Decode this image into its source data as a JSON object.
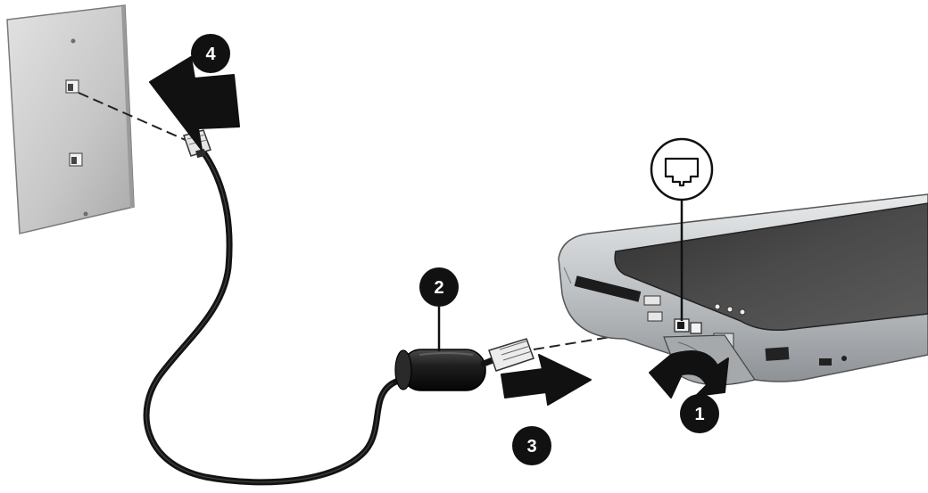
{
  "figure": {
    "callouts": [
      {
        "id": "c1",
        "number": "1"
      },
      {
        "id": "c2",
        "number": "2"
      },
      {
        "id": "c3",
        "number": "3"
      },
      {
        "id": "c4",
        "number": "4"
      }
    ],
    "icons": {
      "port_symbol": "rj11-modem-jack-icon",
      "arrows": "direction-arrow-icon"
    },
    "colors": {
      "ink": "#111111",
      "wall_plate": "#c9c9c9",
      "tablet_frame": "#b8bcbf",
      "screen": "#3f3f3f",
      "cable": "#1a1a1a"
    }
  }
}
